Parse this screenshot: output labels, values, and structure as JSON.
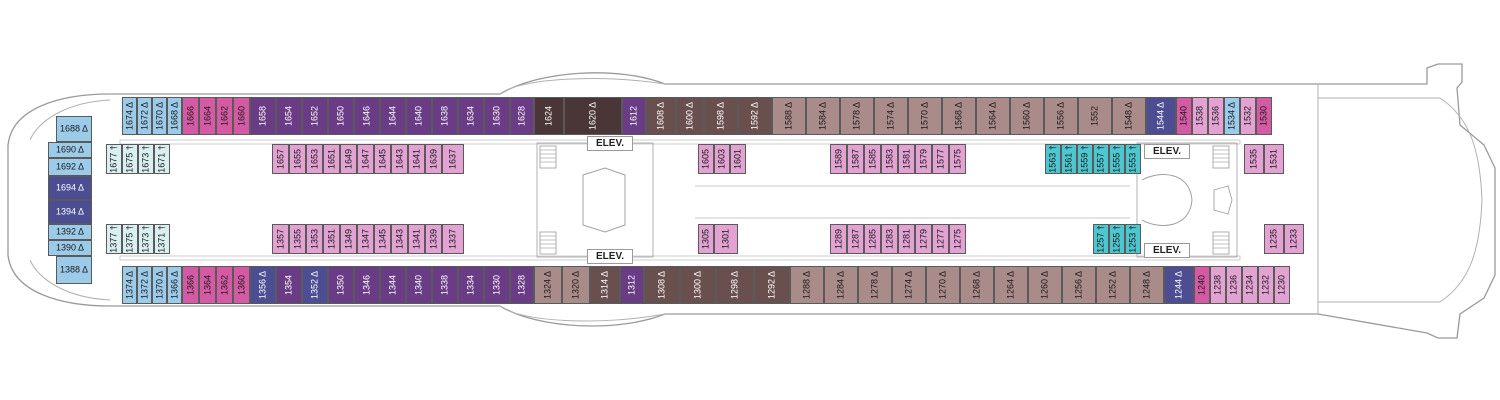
{
  "elevator_label": "ELEV.",
  "colors": {
    "hull_stroke": "#9a9a9a",
    "light_blue": "#9ccbea",
    "pale_cyan": "#d9eff1",
    "pink": "#e2a2d2",
    "magenta": "#d55aa4",
    "purple": "#6b3c86",
    "dark_purple": "#4a2b62",
    "violet_blue": "#4c4d93",
    "mauve": "#a98c8a",
    "brown": "#6a4f4f",
    "dark_brown": "#4a3636",
    "teal": "#4cc7cf",
    "mid_blue": "#5a9fd8"
  },
  "icons": {
    "accessible": "wheelchair-icon",
    "connecting": "connecting-arrow-icon"
  },
  "cabins": {
    "bow_stack": [
      "1688 Δ",
      "1690 Δ",
      "1692 Δ",
      "1694 Δ",
      "1394 Δ",
      "1392 Δ",
      "1390 Δ",
      "1388 Δ"
    ],
    "upper_outer": [
      "1674 Δ",
      "1672 Δ",
      "1670 Δ",
      "1668 Δ",
      "1666",
      "1664",
      "1662",
      "1660",
      "1658",
      "1654",
      "1652",
      "1650",
      "1646",
      "1644",
      "1640",
      "1638",
      "1634",
      "1630",
      "1628",
      "1624",
      "1620 Δ",
      "1612",
      "1608 Δ",
      "1600 Δ",
      "1598 Δ",
      "1592 Δ",
      "1588 Δ",
      "1584 Δ",
      "1578 Δ",
      "1574 Δ",
      "1570 Δ",
      "1568 Δ",
      "1564 Δ",
      "1560 Δ",
      "1556 Δ",
      "1552",
      "1548 Δ",
      "1544 Δ",
      "1540",
      "1538",
      "1536",
      "1534 Δ",
      "1532",
      "1530"
    ],
    "lower_outer": [
      "1374 Δ",
      "1372 Δ",
      "1370 Δ",
      "1366 Δ",
      "1366",
      "1364",
      "1362",
      "1360",
      "1356 Δ",
      "1354",
      "1352 Δ",
      "1350",
      "1346",
      "1344",
      "1340",
      "1338",
      "1334",
      "1330",
      "1328",
      "1324 Δ",
      "1320 Δ",
      "1314 Δ",
      "1312",
      "1308 Δ",
      "1300 Δ",
      "1298 Δ",
      "1292 Δ",
      "1288 Δ",
      "1284 Δ",
      "1278 Δ",
      "1274 Δ",
      "1270 Δ",
      "1268 Δ",
      "1264 Δ",
      "1260 Δ",
      "1256 Δ",
      "1252 Δ",
      "1248 Δ",
      "1244 Δ",
      "1240",
      "1238",
      "1236",
      "1234",
      "1232",
      "1230"
    ],
    "upper_inner": [
      "1677 †",
      "1675 †",
      "1673 †",
      "1671 †",
      "1657",
      "1655",
      "1653",
      "1651",
      "1649",
      "1647",
      "1645",
      "1643",
      "1641",
      "1639",
      "1637",
      "1605",
      "1603",
      "1601",
      "1589",
      "1587",
      "1585",
      "1583",
      "1581",
      "1579",
      "1577",
      "1575",
      "1563 †",
      "1561 †",
      "1559 †",
      "1557 †",
      "1555 †",
      "1553 †",
      "1535",
      "1531"
    ],
    "lower_inner": [
      "1377 †",
      "1375 †",
      "1373 †",
      "1371 †",
      "1357",
      "1355",
      "1353",
      "1351",
      "1349",
      "1347",
      "1345",
      "1343",
      "1341",
      "1339",
      "1337",
      "1305",
      "1301",
      "1289",
      "1287",
      "1285",
      "1283",
      "1281",
      "1279",
      "1277",
      "1275",
      "1257 †",
      "1255 †",
      "1253 †",
      "1235",
      "1233"
    ]
  }
}
